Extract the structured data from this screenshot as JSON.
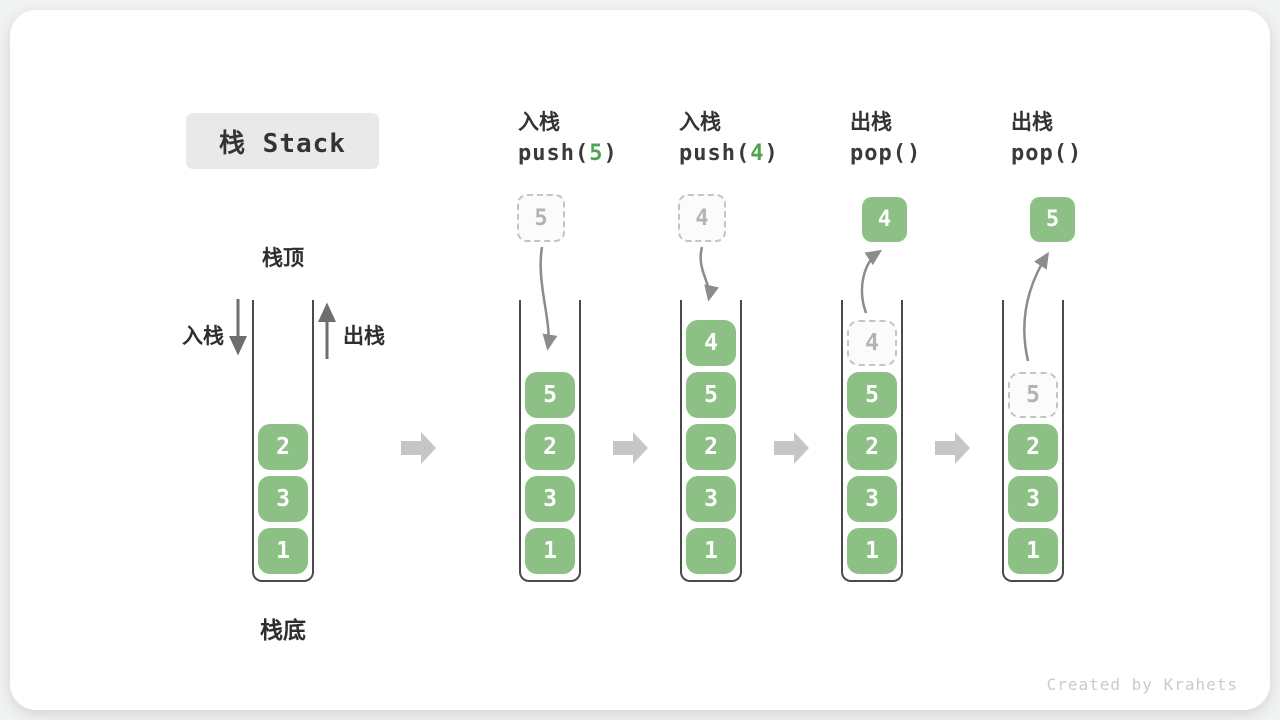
{
  "title": {
    "text": "栈 Stack"
  },
  "watermark": "Created by Krahets",
  "legend": {
    "stack_top": "栈顶",
    "stack_bottom": "栈底",
    "push": "入栈",
    "pop": "出栈"
  },
  "colors": {
    "element_green": "#8CC085",
    "accent_green": "#4FA54F",
    "ghost_gray": "#C4C4C4",
    "arrow_gray": "#8C8C8C",
    "block_arrow_gray": "#C6C6C6"
  },
  "columns": [
    {
      "name": "stack-initial",
      "op_line1": "",
      "op_fn": null,
      "float_box": null,
      "cells": [
        {
          "v": "1"
        },
        {
          "v": "3"
        },
        {
          "v": "2"
        }
      ]
    },
    {
      "name": "stack-after-push-5",
      "op_line1": "入栈",
      "op_fn": {
        "pre": "push(",
        "arg": "5",
        "post": ")"
      },
      "float_box": {
        "v": "5",
        "style": "ghost"
      },
      "cells": [
        {
          "v": "1"
        },
        {
          "v": "3"
        },
        {
          "v": "2"
        },
        {
          "v": "5"
        }
      ]
    },
    {
      "name": "stack-after-push-4",
      "op_line1": "入栈",
      "op_fn": {
        "pre": "push(",
        "arg": "4",
        "post": ")"
      },
      "float_box": {
        "v": "4",
        "style": "ghost"
      },
      "cells": [
        {
          "v": "1"
        },
        {
          "v": "3"
        },
        {
          "v": "2"
        },
        {
          "v": "5"
        },
        {
          "v": "4"
        }
      ]
    },
    {
      "name": "stack-after-pop-4",
      "op_line1": "出栈",
      "op_fn": {
        "pre": "pop(",
        "arg": "",
        "post": ")"
      },
      "float_box": {
        "v": "4",
        "style": "solid"
      },
      "cells": [
        {
          "v": "1"
        },
        {
          "v": "3"
        },
        {
          "v": "2"
        },
        {
          "v": "5"
        },
        {
          "v": "4",
          "ghost": true
        }
      ]
    },
    {
      "name": "stack-after-pop-5",
      "op_line1": "出栈",
      "op_fn": {
        "pre": "pop(",
        "arg": "",
        "post": ")"
      },
      "float_box": {
        "v": "5",
        "style": "solid"
      },
      "cells": [
        {
          "v": "1"
        },
        {
          "v": "3"
        },
        {
          "v": "2"
        },
        {
          "v": "5",
          "ghost": true
        }
      ]
    }
  ]
}
